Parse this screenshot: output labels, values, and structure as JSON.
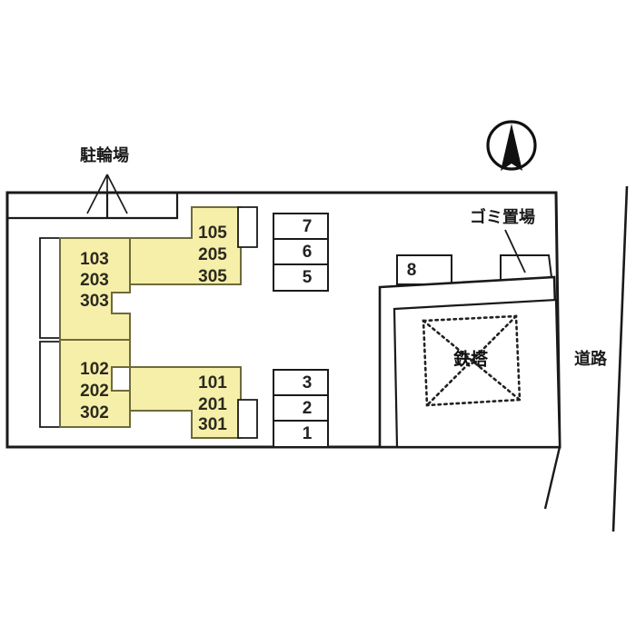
{
  "site_plan": {
    "title": "",
    "colors": {
      "building_fill": "#f6efa9",
      "building_stroke": "#6d6a3c",
      "line": "#1a1a1a",
      "background": "#ffffff",
      "tower_dotted": "#222222"
    },
    "compass": {
      "name": "north-arrow",
      "direction": "north-up"
    },
    "annotations": [
      {
        "id": "bicycle-parking",
        "label": "駐輪場"
      },
      {
        "id": "garbage-area",
        "label": "ゴミ置場"
      },
      {
        "id": "steel-tower",
        "label": "鉄塔"
      },
      {
        "id": "road",
        "label": "道路"
      }
    ],
    "buildings": [
      {
        "id": "building-upper-left",
        "units": [
          "103",
          "203",
          "303"
        ]
      },
      {
        "id": "building-upper-right",
        "units": [
          "105",
          "205",
          "305"
        ]
      },
      {
        "id": "building-lower-left",
        "units": [
          "102",
          "202",
          "302"
        ]
      },
      {
        "id": "building-lower-right",
        "units": [
          "101",
          "201",
          "301"
        ]
      }
    ],
    "parking_upper": [
      "7",
      "6",
      "5"
    ],
    "parking_lower": [
      "3",
      "2",
      "1"
    ],
    "parking_extra": [
      "8"
    ]
  }
}
